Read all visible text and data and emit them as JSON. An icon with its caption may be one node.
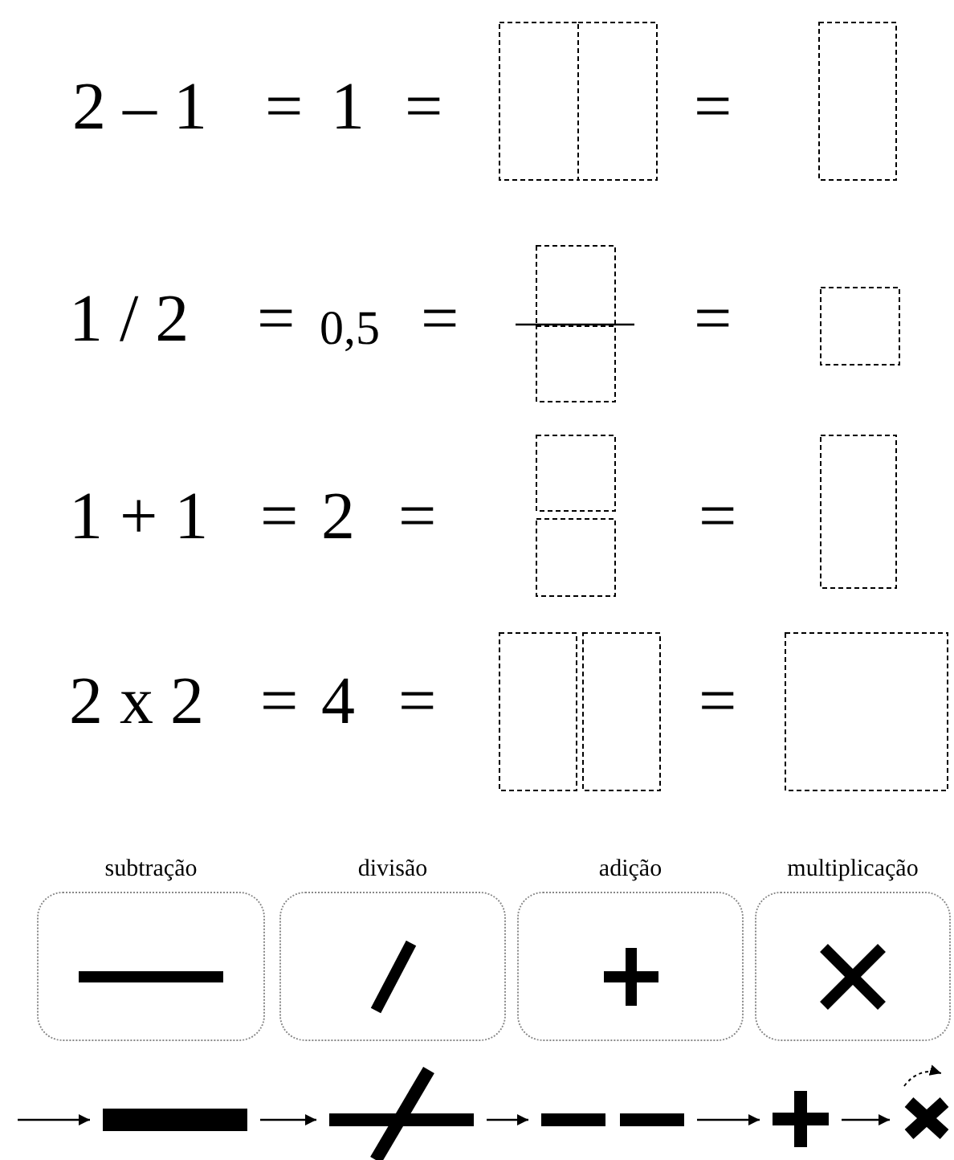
{
  "diagram": {
    "nodes": [
      {
        "text": [
          "subtração"
        ]
      },
      {
        "text": [
          "divisão"
        ]
      },
      {
        "text": [
          "adição"
        ]
      },
      {
        "text": [
          "multiplicação"
        ]
      },
      {
        "text": [],
        "shape": "bar"
      },
      {
        "text": [],
        "shape": "picture"
      },
      {
        "text": [],
        "shape": "picture"
      },
      {
        "text": [],
        "shape": "picture"
      },
      {
        "text": [],
        "shape": "picture"
      }
    ],
    "edges": [
      {
        "from": null,
        "to": 4,
        "arrow": "to"
      },
      {
        "from": 4,
        "to": 5,
        "arrow": "to"
      },
      {
        "from": 5,
        "to": 6,
        "arrow": "to"
      },
      {
        "from": 6,
        "to": 7,
        "arrow": "to"
      },
      {
        "from": 7,
        "to": 8,
        "arrow": "to"
      }
    ],
    "labels": [
      "2 – 1",
      "=",
      "1",
      "=",
      "=",
      "1 / 2",
      "=",
      "0,5",
      "=",
      "=",
      "1 + 1",
      "=",
      "2",
      "=",
      "=",
      "2 x 2",
      "=",
      "4",
      "=",
      "="
    ]
  }
}
